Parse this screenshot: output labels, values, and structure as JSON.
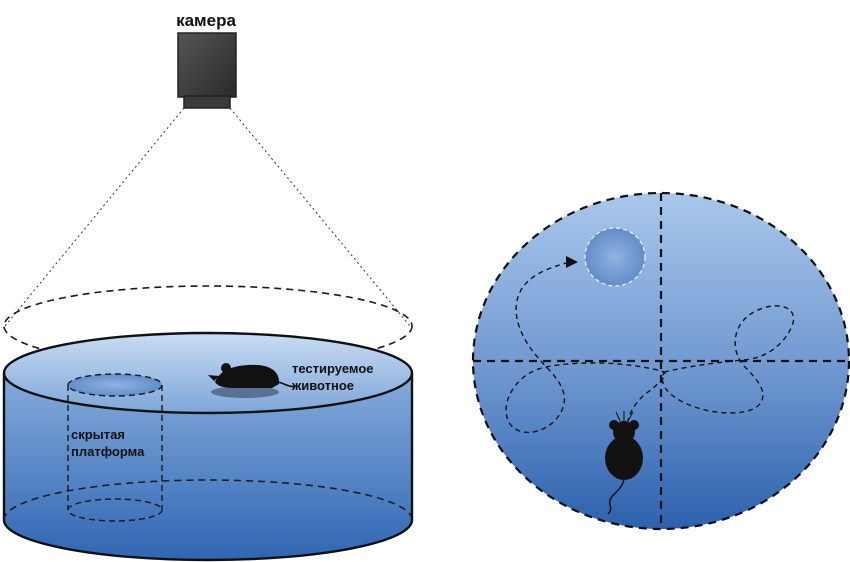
{
  "labels": {
    "camera": "камера",
    "animal_line1": "тестируемое",
    "animal_line2": "животное",
    "platform_line1": "скрытая",
    "platform_line2": "платформа"
  },
  "colors": {
    "water_top": "#9cc1ea",
    "water_bottom": "#2f67b3",
    "outline": "#111111",
    "camera_body": "#3a3a3a"
  },
  "icons": {
    "camera": "camera-icon",
    "mouse_side": "mouse-icon",
    "mouse_top": "mouse-icon"
  }
}
